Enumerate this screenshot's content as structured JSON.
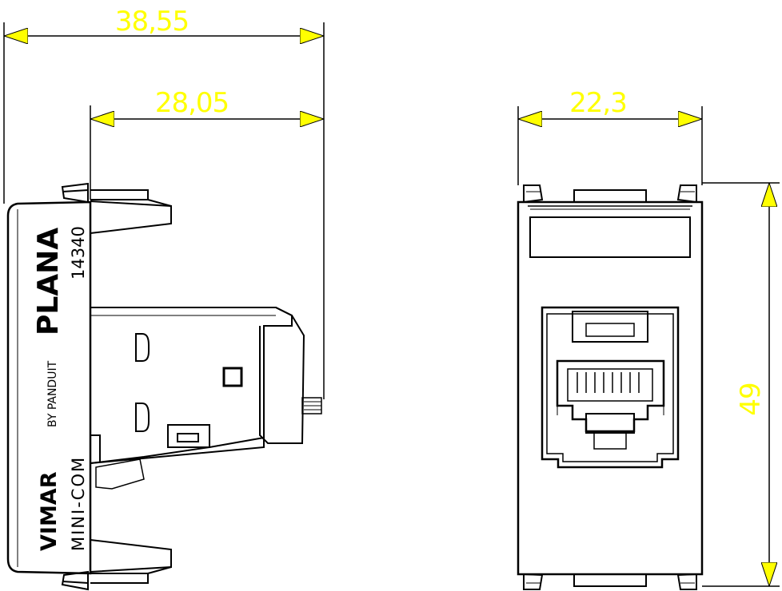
{
  "dimensions": {
    "overall_depth": "38,55",
    "body_depth": "28,05",
    "width": "22,3",
    "height": "49"
  },
  "labels": {
    "product_line": "PLANA",
    "article_code": "14340",
    "by_line": "BY PANDUIT",
    "brand": "VIMAR",
    "series": "MINI-COM"
  },
  "colors": {
    "dimension": "#ffff00",
    "outline": "#000000"
  }
}
